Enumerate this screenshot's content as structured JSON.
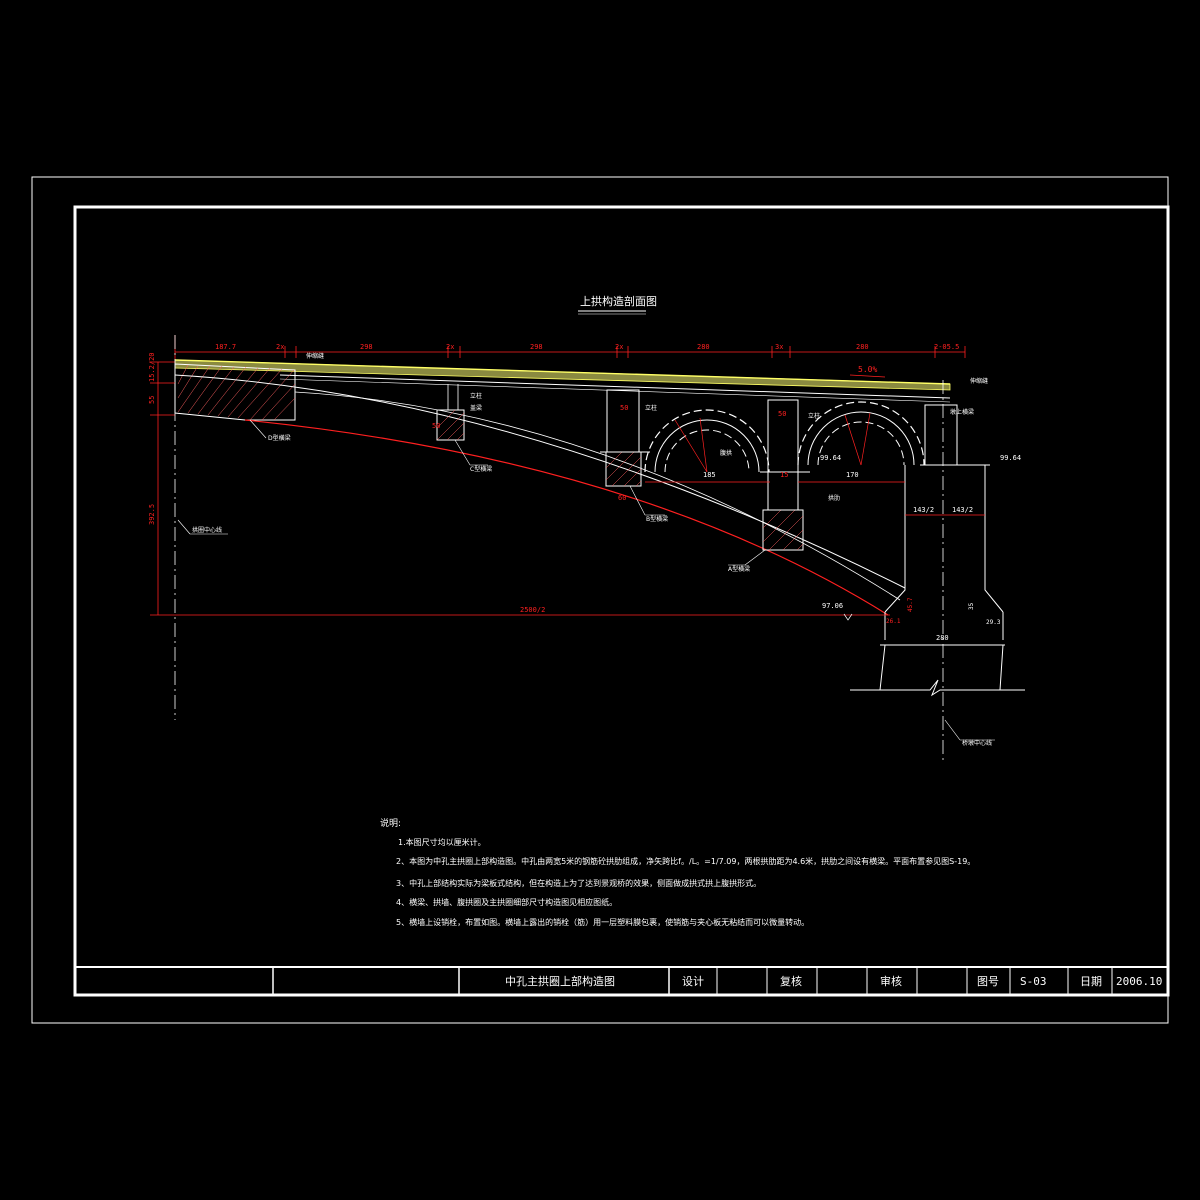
{
  "drawing": {
    "title": "上拱构造剖面图",
    "top_dims": [
      "187.7",
      "2x",
      "298",
      "2x",
      "298",
      "2x",
      "280",
      "3x",
      "280",
      "2-05.5"
    ],
    "left_dims": [
      "15.2/20",
      "55",
      "392.5"
    ],
    "slope": "5.0%",
    "elev_spring": "97.06",
    "elev_pier_a": "99.64",
    "elev_pier_b": "99.64",
    "span_half": "2500/2",
    "dim_185": "185",
    "dim_170": "170",
    "dim_15": "15",
    "dim_50a": "50",
    "dim_50b": "50",
    "dim_50c": "50",
    "dim_60": "60",
    "dim_143a": "143/2",
    "dim_143b": "143/2",
    "dim_280": "280",
    "dim_35": "35",
    "dim_293": "29.3",
    "dim_261": "26.1",
    "dim_457": "45.7",
    "labels": {
      "crown_line": "伸缩缝",
      "expansion_right": "伸缩缝",
      "arch_center": "拱圈中心线",
      "pier_center": "桥墩中心线",
      "d_beam": "D型横梁",
      "c_beam": "C型横梁",
      "b_beam": "B型横梁",
      "a_beam": "A型横梁",
      "column_a": "立柱",
      "column_b": "立柱",
      "column_c": "立柱",
      "cap_beam": "盖梁",
      "pier_top": "墩上横梁",
      "small_arch": "腹拱",
      "arch_rib": "拱肋"
    }
  },
  "notes": {
    "heading": "说明:",
    "items": [
      "1.本图尺寸均以厘米计。",
      "2、本图为中孔主拱圈上部构造图。中孔由两宽5米的钢筋砼拱肋组成，净矢跨比f。/L。=1/7.09，两根拱肋距为4.6米，拱肋之间设有横梁。平面布置参见图S-19。",
      "3、中孔上部结构实际为梁板式结构，但在构造上为了达到景观桥的效果，侧面做成拱式拱上腹拱形式。",
      "4、横梁、拱墙、腹拱圈及主拱圈细部尺寸构造图见相应图纸。",
      "5、横墙上设销栓，布置如图。横墙上露出的销栓（筋）用一层塑料膜包裹，使销筋与夹心板无粘结而可以微量转动。"
    ]
  },
  "title_block": {
    "drawing_name": "中孔主拱圈上部构造图",
    "design_label": "设计",
    "check_label": "复核",
    "review_label": "审核",
    "number_label": "图号",
    "number_value": "S-03",
    "date_label": "日期",
    "date_value": "2006.10"
  },
  "colors": {
    "background": "#000000",
    "frame": "#ffffff",
    "dimension": "#ff2020",
    "text": "#ffffff",
    "road": "#ffff66"
  }
}
